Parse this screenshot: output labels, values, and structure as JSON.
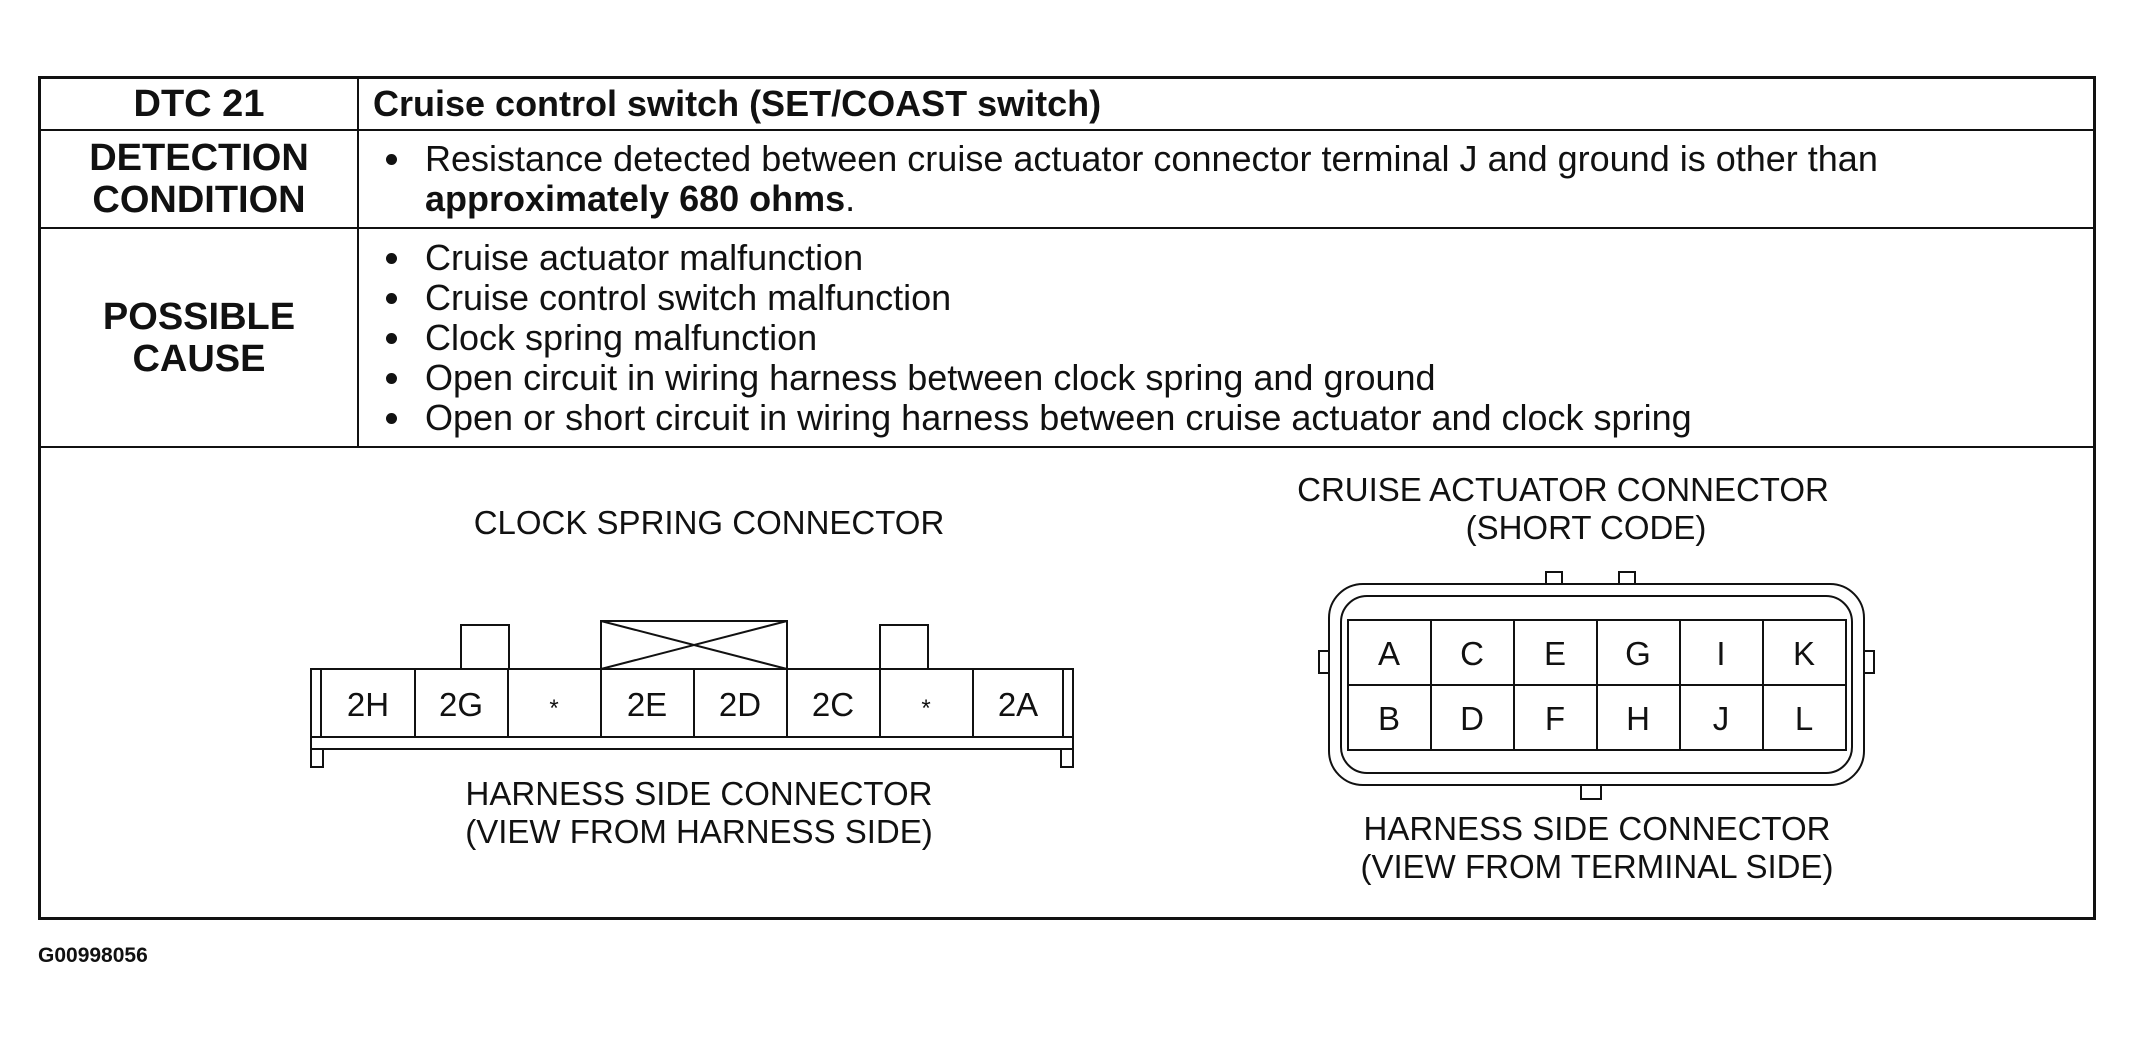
{
  "table": {
    "dtc_label": "DTC 21",
    "dtc_title": "Cruise control switch (SET/COAST switch)",
    "detection": {
      "label_line1": "DETECTION",
      "label_line2": "CONDITION",
      "text_normal": "Resistance detected between cruise actuator connector terminal J and ground is other than",
      "text_bold": "approximately 680 ohms",
      "text_end": "."
    },
    "possible_cause": {
      "label_line1": "POSSIBLE",
      "label_line2": "CAUSE",
      "items": [
        "Cruise actuator malfunction",
        "Cruise control switch malfunction",
        "Clock spring malfunction",
        "Open circuit in wiring harness between clock spring and ground",
        "Open or short circuit in wiring harness between cruise actuator and clock spring"
      ]
    }
  },
  "clock_spring": {
    "title": "CLOCK SPRING CONNECTOR",
    "terminals": [
      "2H",
      "2G",
      "*",
      "2E",
      "2D",
      "2C",
      "*",
      "2A"
    ],
    "caption_line1": "HARNESS SIDE CONNECTOR",
    "caption_line2": "(VIEW FROM HARNESS SIDE)"
  },
  "cruise_actuator": {
    "title_line1": "CRUISE ACTUATOR CONNECTOR",
    "title_line2": "(SHORT CODE)",
    "top_row": [
      "A",
      "C",
      "E",
      "G",
      "I",
      "K"
    ],
    "bottom_row": [
      "B",
      "D",
      "F",
      "H",
      "J",
      "L"
    ],
    "caption_line1": "HARNESS SIDE CONNECTOR",
    "caption_line2": "(VIEW FROM TERMINAL SIDE)"
  },
  "figure_id": "G00998056"
}
